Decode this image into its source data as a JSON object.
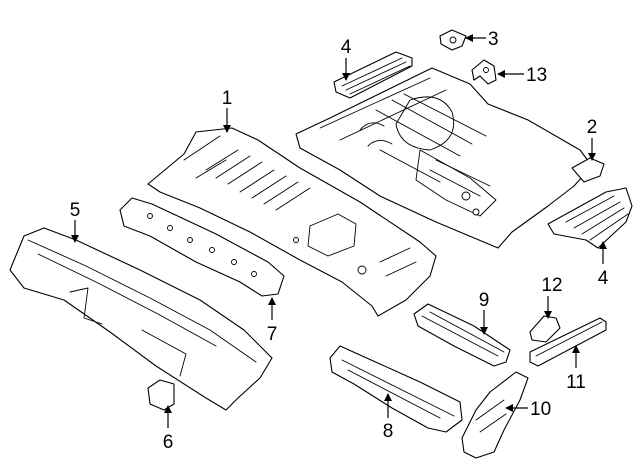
{
  "callouts": [
    {
      "id": "c1",
      "text": "1"
    },
    {
      "id": "c2",
      "text": "2"
    },
    {
      "id": "c3",
      "text": "3"
    },
    {
      "id": "c4a",
      "text": "4"
    },
    {
      "id": "c4b",
      "text": "4"
    },
    {
      "id": "c5",
      "text": "5"
    },
    {
      "id": "c6",
      "text": "6"
    },
    {
      "id": "c7",
      "text": "7"
    },
    {
      "id": "c8",
      "text": "8"
    },
    {
      "id": "c9",
      "text": "9"
    },
    {
      "id": "c10",
      "text": "10"
    },
    {
      "id": "c11",
      "text": "11"
    },
    {
      "id": "c12",
      "text": "12"
    },
    {
      "id": "c13",
      "text": "13"
    }
  ],
  "colors": {
    "line": "#000000",
    "background": "#ffffff"
  }
}
